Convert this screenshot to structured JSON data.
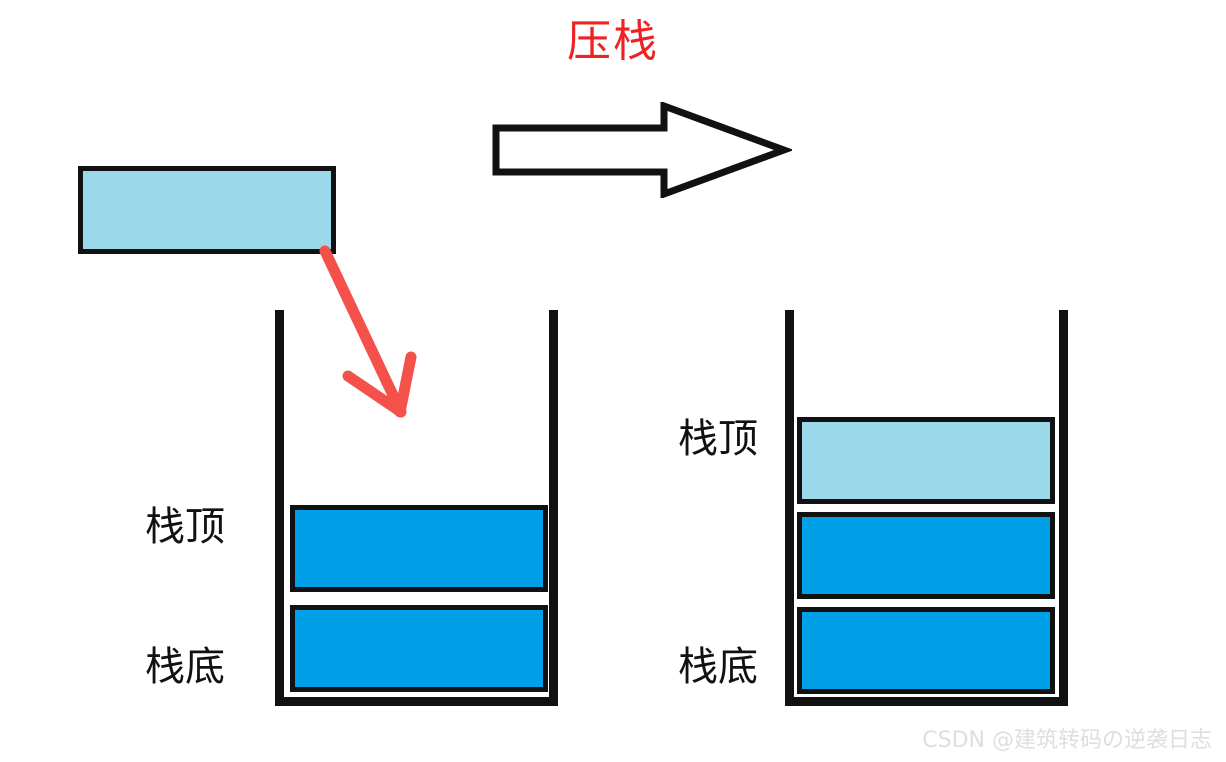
{
  "diagram": {
    "title": "压栈",
    "title_color": "#ee2222",
    "background": "#ffffff"
  },
  "colors": {
    "block_dark_blue": "#00a0e9",
    "block_light_blue": "#9bd9ea",
    "outline_black": "#111111",
    "red_arrow": "#f4514a",
    "title_red": "#ee2222",
    "watermark_gray": "#dedede"
  },
  "incoming_element": {
    "name": "incoming-block",
    "fill": "#9bd9ea"
  },
  "transition_arrow": {
    "name": "push-arrow",
    "direction": "right",
    "style": "hollow-block-arrow"
  },
  "insert_arrow": {
    "name": "insert-direction-arrow",
    "direction": "down-right",
    "color": "#f4514a"
  },
  "left_stack": {
    "caption_top": "栈顶",
    "caption_bottom": "栈底",
    "cells": [
      {
        "label": "",
        "fill": "#00a0e9",
        "position": "top"
      },
      {
        "label": "",
        "fill": "#00a0e9",
        "position": "bottom"
      }
    ],
    "count": 2
  },
  "right_stack": {
    "caption_top": "栈顶",
    "caption_bottom": "栈底",
    "cells": [
      {
        "label": "",
        "fill": "#9bd9ea",
        "position": "top"
      },
      {
        "label": "",
        "fill": "#00a0e9",
        "position": "middle"
      },
      {
        "label": "",
        "fill": "#00a0e9",
        "position": "bottom"
      }
    ],
    "count": 3
  },
  "watermark": {
    "text": "CSDN @建筑转码の逆袭日志"
  }
}
